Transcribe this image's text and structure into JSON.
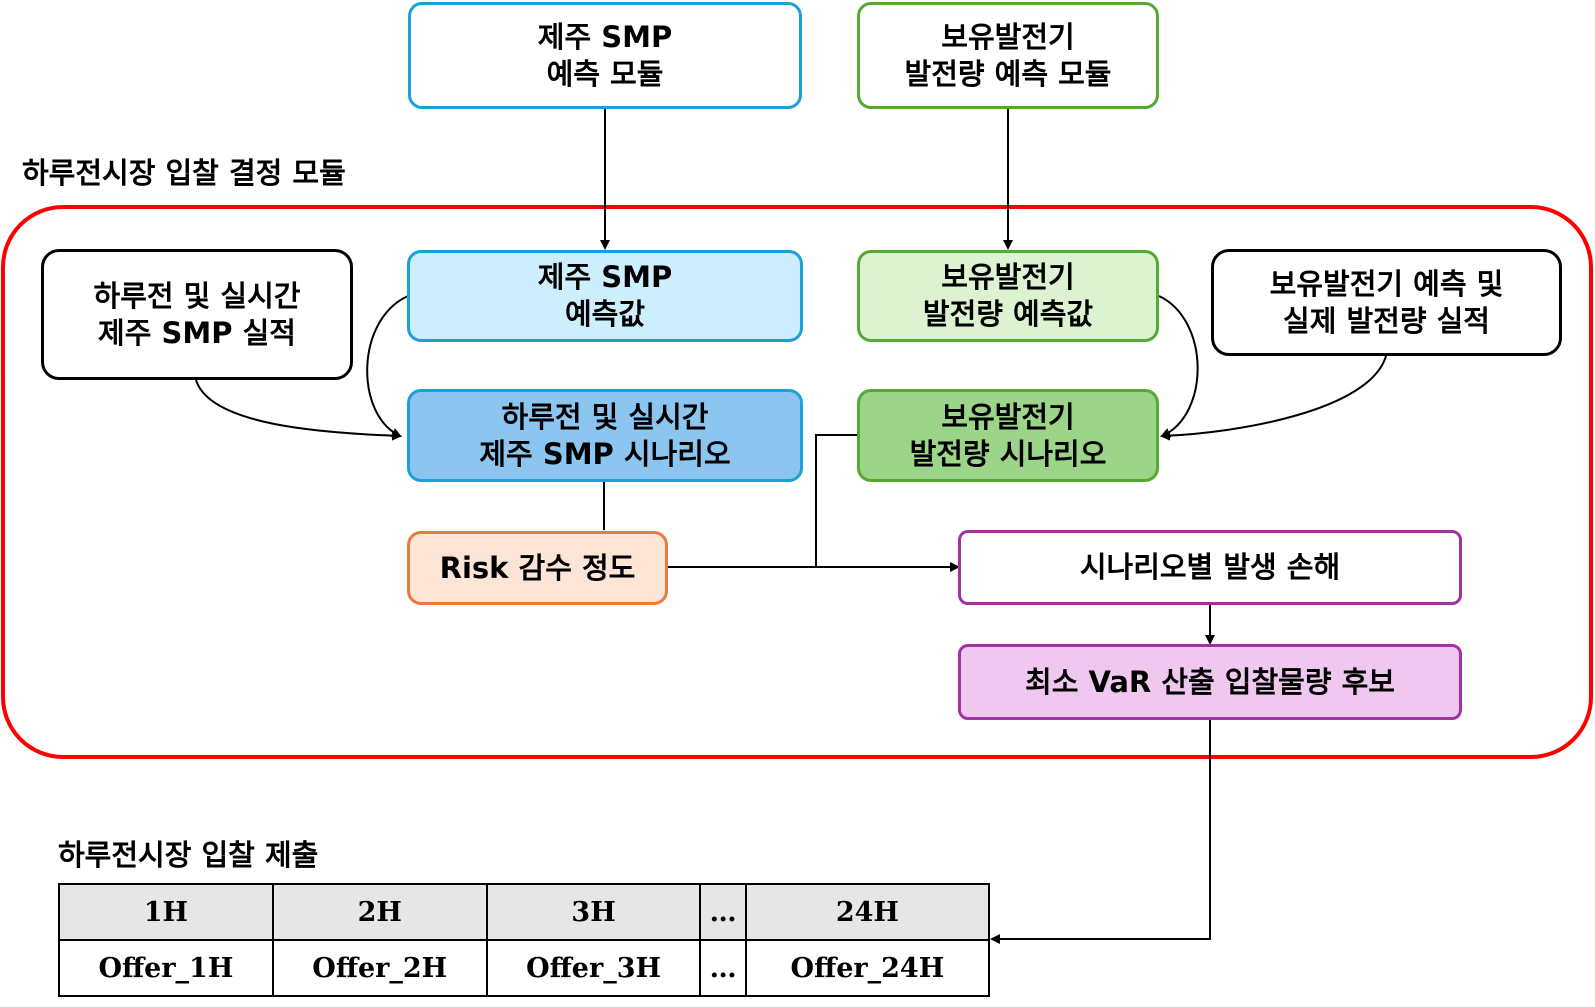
{
  "colors": {
    "module_border": "#ff0000",
    "blue_border": "#1ba1d8",
    "green_border": "#55a930",
    "light_blue_fill": "#cdeefc",
    "mid_blue_fill": "#8cc6f0",
    "light_green_fill": "#dcf2d0",
    "mid_green_fill": "#9cd48a",
    "risk_border": "#e97b3c",
    "risk_fill": "#fce5d6",
    "purple_border": "#a0339f",
    "purple_fill": "#f0c8ef",
    "black": "#000000"
  },
  "top_boxes": {
    "smp_module": [
      "제주 SMP",
      "예측 모듈"
    ],
    "gen_module": [
      "보유발전기",
      "발전량 예측 모듈"
    ]
  },
  "module_title": "하루전시장 입찰 결정 모듈",
  "inner_boxes": {
    "smp_history": [
      "하루전 및 실시간",
      "제주 SMP 실적"
    ],
    "smp_forecast": [
      "제주 SMP",
      "예측값"
    ],
    "smp_scenario": [
      "하루전 및 실시간",
      "제주 SMP 시나리오"
    ],
    "gen_forecast": [
      "보유발전기",
      "발전량 예측값"
    ],
    "gen_scenario": [
      "보유발전기",
      "발전량 시나리오"
    ],
    "gen_history": [
      "보유발전기 예측 및",
      "실제 발전량 실적"
    ],
    "risk": "Risk 감수 정도",
    "scenario_loss": "시나리오별 발생 손해",
    "min_var": "최소 VaR 산출 입찰물량 후보"
  },
  "submission_title": "하루전시장 입찰 제출",
  "offer_table": {
    "headers": [
      "1H",
      "2H",
      "3H",
      "…",
      "24H"
    ],
    "values": [
      "Offer_1H",
      "Offer_2H",
      "Offer_3H",
      "…",
      "Offer_24H"
    ]
  }
}
